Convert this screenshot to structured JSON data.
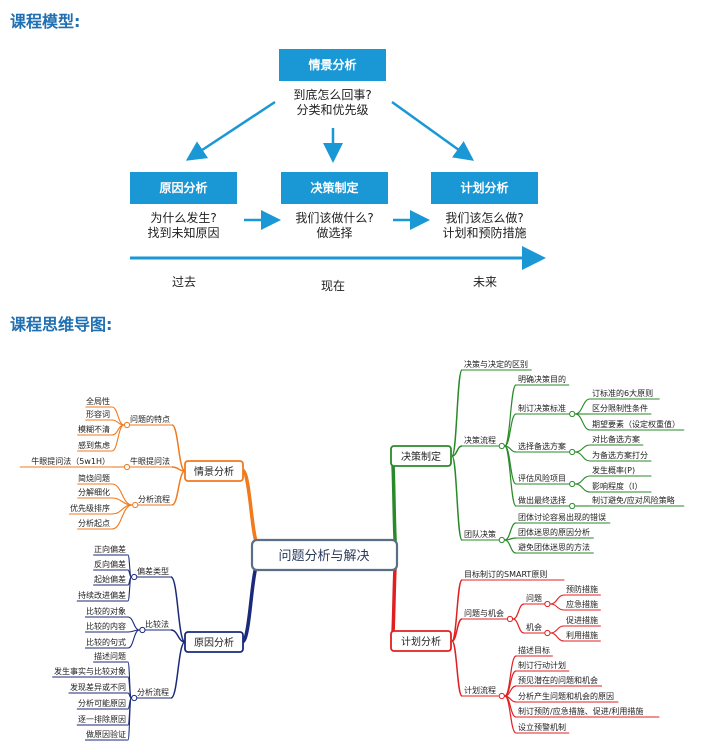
{
  "sections": {
    "model_title": "课程模型:",
    "mindmap_title": "课程思维导图:"
  },
  "model": {
    "top": {
      "title": "情景分析",
      "lines": [
        "到底怎么回事?",
        "分类和优先级"
      ]
    },
    "left": {
      "title": "原因分析",
      "lines": [
        "为什么发生?",
        "找到未知原因"
      ]
    },
    "middle": {
      "title": "决策制定",
      "lines": [
        "我们该做什么?",
        "做选择"
      ]
    },
    "right": {
      "title": "计划分析",
      "lines": [
        "我们该怎么做?",
        "计划和预防措施"
      ]
    },
    "timeline": {
      "past": "过去",
      "now": "现在",
      "future": "未来"
    }
  },
  "mindmap": {
    "center": "问题分析与解决",
    "colors": {
      "orange": "#f07a1e",
      "navy": "#1a2a7a",
      "green": "#2a8a2a",
      "red": "#e02020"
    },
    "branches": {
      "qingjing": {
        "label": "情景分析",
        "g1": {
          "label": "问题的特点",
          "items": [
            "全局性",
            "形容词",
            "模糊不清",
            "感到焦虑"
          ]
        },
        "g2": {
          "label": "牛眼提问法",
          "items": [
            "牛眼提问法（5w1H）"
          ]
        },
        "g3": {
          "label": "分析流程",
          "items": [
            "简烧问题",
            "分解细化",
            "优先级排序",
            "分析起点"
          ]
        }
      },
      "yuanyin": {
        "label": "原因分析",
        "g1": {
          "label": "偏差类型",
          "items": [
            "正向偏差",
            "反向偏差",
            "起始偏差",
            "持续改进偏差"
          ]
        },
        "g2": {
          "label": "比较法",
          "items": [
            "比较的对象",
            "比较的内容",
            "比较的句式"
          ]
        },
        "g3": {
          "label": "分析流程",
          "items": [
            "描述问题",
            "发生事实与比较对象",
            "发现差异或不同",
            "分析可能原因",
            "逐一排除原因",
            "做原因验证"
          ]
        }
      },
      "juece": {
        "label": "决策制定",
        "n1": "决策与决定的区别",
        "n2": {
          "label": "决策流程",
          "s1": "明确决策目的",
          "s2": {
            "label": "制订决策标准",
            "items": [
              "订标准的6大原则",
              "区分限制性条件",
              "期望要素（设定权重值）"
            ]
          },
          "s3": {
            "label": "选择备选方案",
            "items": [
              "对比备选方案",
              "为备选方案打分"
            ]
          },
          "s4": {
            "label": "评估风险项目",
            "items": [
              "发生概率(P)",
              "影响程度（I）"
            ]
          },
          "s5": {
            "label": "做出最终选择",
            "items": [
              "制订避免/应对风险策略"
            ]
          }
        },
        "n3": {
          "label": "团队决策",
          "items": [
            "团体讨论容易出现的错误",
            "团体迷思的原因分析",
            "避免团体迷思的方法"
          ]
        }
      },
      "jihua": {
        "label": "计划分析",
        "n1": "目标制订的SMART原则",
        "n2": {
          "label": "问题与机会",
          "a": {
            "label": "问题",
            "items": [
              "预防措施",
              "应急措施"
            ]
          },
          "b": {
            "label": "机会",
            "items": [
              "促进措施",
              "利用措施"
            ]
          }
        },
        "n3": {
          "label": "计划流程",
          "items": [
            "描述目标",
            "制订行动计划",
            "预见潜在的问题和机会",
            "分析产生问题和机会的原因",
            "制订预防/应急措施、促进/利用措施",
            "设立预警机制"
          ]
        }
      }
    }
  }
}
